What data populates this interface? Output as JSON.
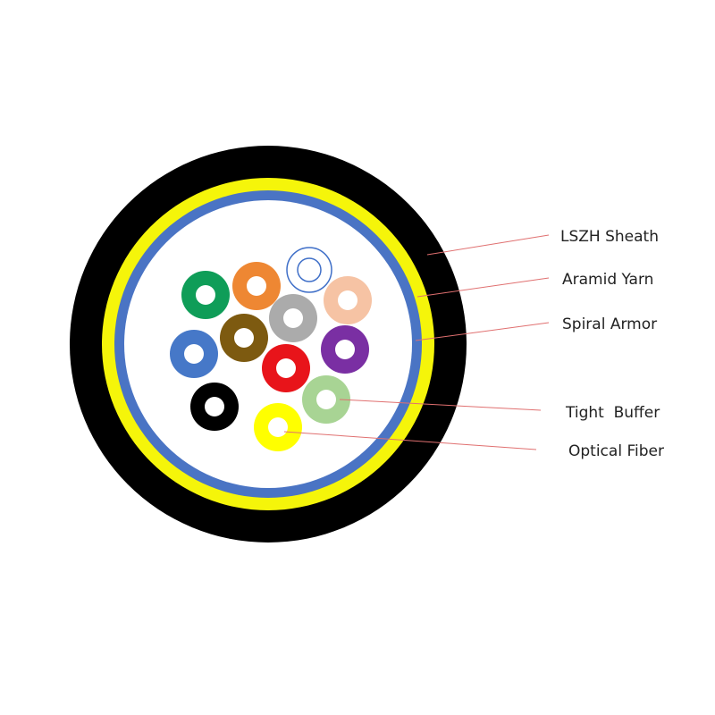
{
  "diagram": {
    "labels": {
      "sheath": "LSZH Sheath",
      "yarn": "Aramid Yarn",
      "armor": "Spiral Armor",
      "buffer": "Tight  Buffer",
      "fiber": "Optical Fiber"
    },
    "colors": {
      "sheath": "#000000",
      "yarn": "#f5f50a",
      "armor": "#4a74c4",
      "leader_line": "#e07070",
      "core_background": "#ffffff"
    },
    "fibers": [
      {
        "name": "green-fiber",
        "color": "#0f9d58"
      },
      {
        "name": "orange-fiber",
        "color": "#ee8733"
      },
      {
        "name": "white-fiber",
        "color": "#3f6fc8"
      },
      {
        "name": "blue-fiber",
        "color": "#4678c8"
      },
      {
        "name": "brown-fiber",
        "color": "#7d5a10"
      },
      {
        "name": "gray-fiber",
        "color": "#ababab"
      },
      {
        "name": "rose-fiber",
        "color": "#f6c3a4"
      },
      {
        "name": "violet-fiber",
        "color": "#7a2fa3"
      },
      {
        "name": "red-fiber",
        "color": "#e8141a"
      },
      {
        "name": "black-fiber",
        "color": "#000000"
      },
      {
        "name": "aqua-fiber",
        "color": "#a8d494"
      },
      {
        "name": "yellow-fiber",
        "color": "#ffff00"
      }
    ]
  }
}
